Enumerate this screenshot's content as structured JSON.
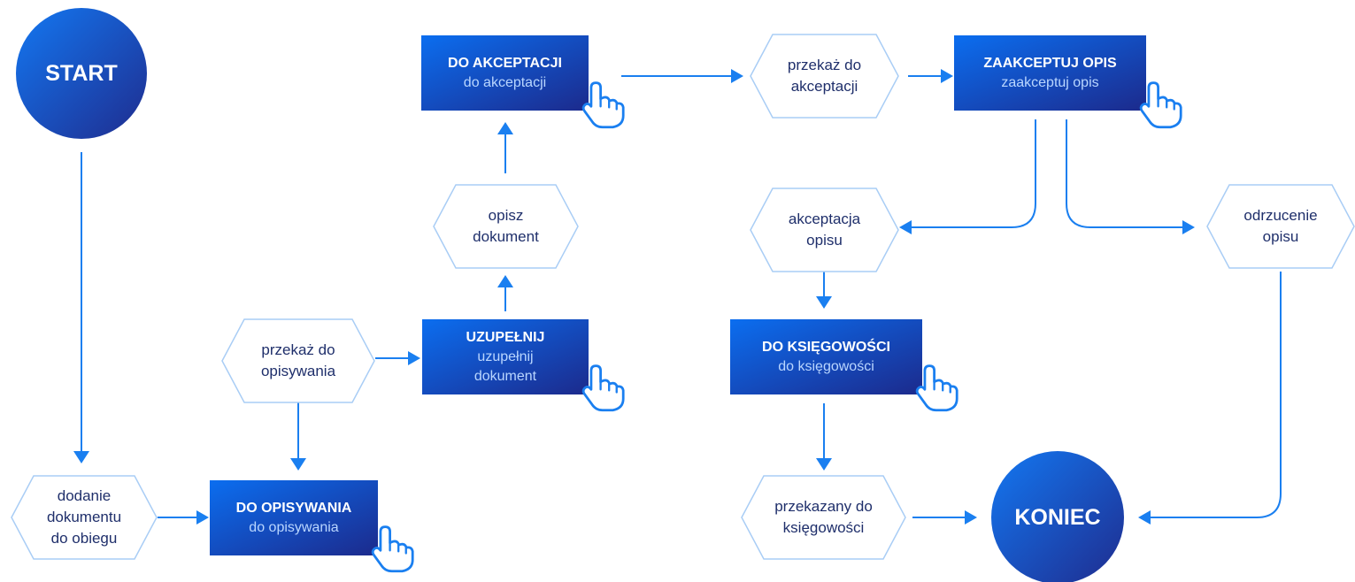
{
  "colors": {
    "accent": "#1a7ff0",
    "hex_stroke": "#a9cdf5",
    "hex_text": "#1f2f6b",
    "box_gradient_start": "#0b6ef0",
    "box_gradient_end": "#1c2a8c",
    "box_subtitle": "#b9d6ff"
  },
  "terminals": {
    "start": "START",
    "end": "KONIEC"
  },
  "steps": {
    "add_doc": [
      "dodanie",
      "dokumentu",
      "do obiegu"
    ],
    "pass_to_describe": [
      "przekaż do",
      "opisywania"
    ],
    "describe_doc": [
      "opisz",
      "dokument"
    ],
    "pass_to_accept": [
      "przekaż do",
      "akceptacji"
    ],
    "accept_description": [
      "akceptacja",
      "opisu"
    ],
    "reject_description": [
      "odrzucenie",
      "opisu"
    ],
    "passed_to_accounting": [
      "przekazany do",
      "księgowości"
    ]
  },
  "actions": {
    "do_opisywania": {
      "title": "DO OPISYWANIA",
      "sub": [
        "do opisywania"
      ],
      "icon": "hand-pointer-icon"
    },
    "uzupelnij": {
      "title": "UZUPEŁNIJ",
      "sub": [
        "uzupełnij",
        "dokument"
      ],
      "icon": "hand-pointer-icon"
    },
    "do_akceptacji": {
      "title": "DO AKCEPTACJI",
      "sub": [
        "do akceptacji"
      ],
      "icon": "hand-pointer-icon"
    },
    "zaakceptuj_opis": {
      "title": "ZAAKCEPTUJ OPIS",
      "sub": [
        "zaakceptuj opis"
      ],
      "icon": "hand-pointer-icon"
    },
    "do_ksiegowosci": {
      "title": "DO KSIĘGOWOŚCI",
      "sub": [
        "do księgowości"
      ],
      "icon": "hand-pointer-icon"
    }
  }
}
